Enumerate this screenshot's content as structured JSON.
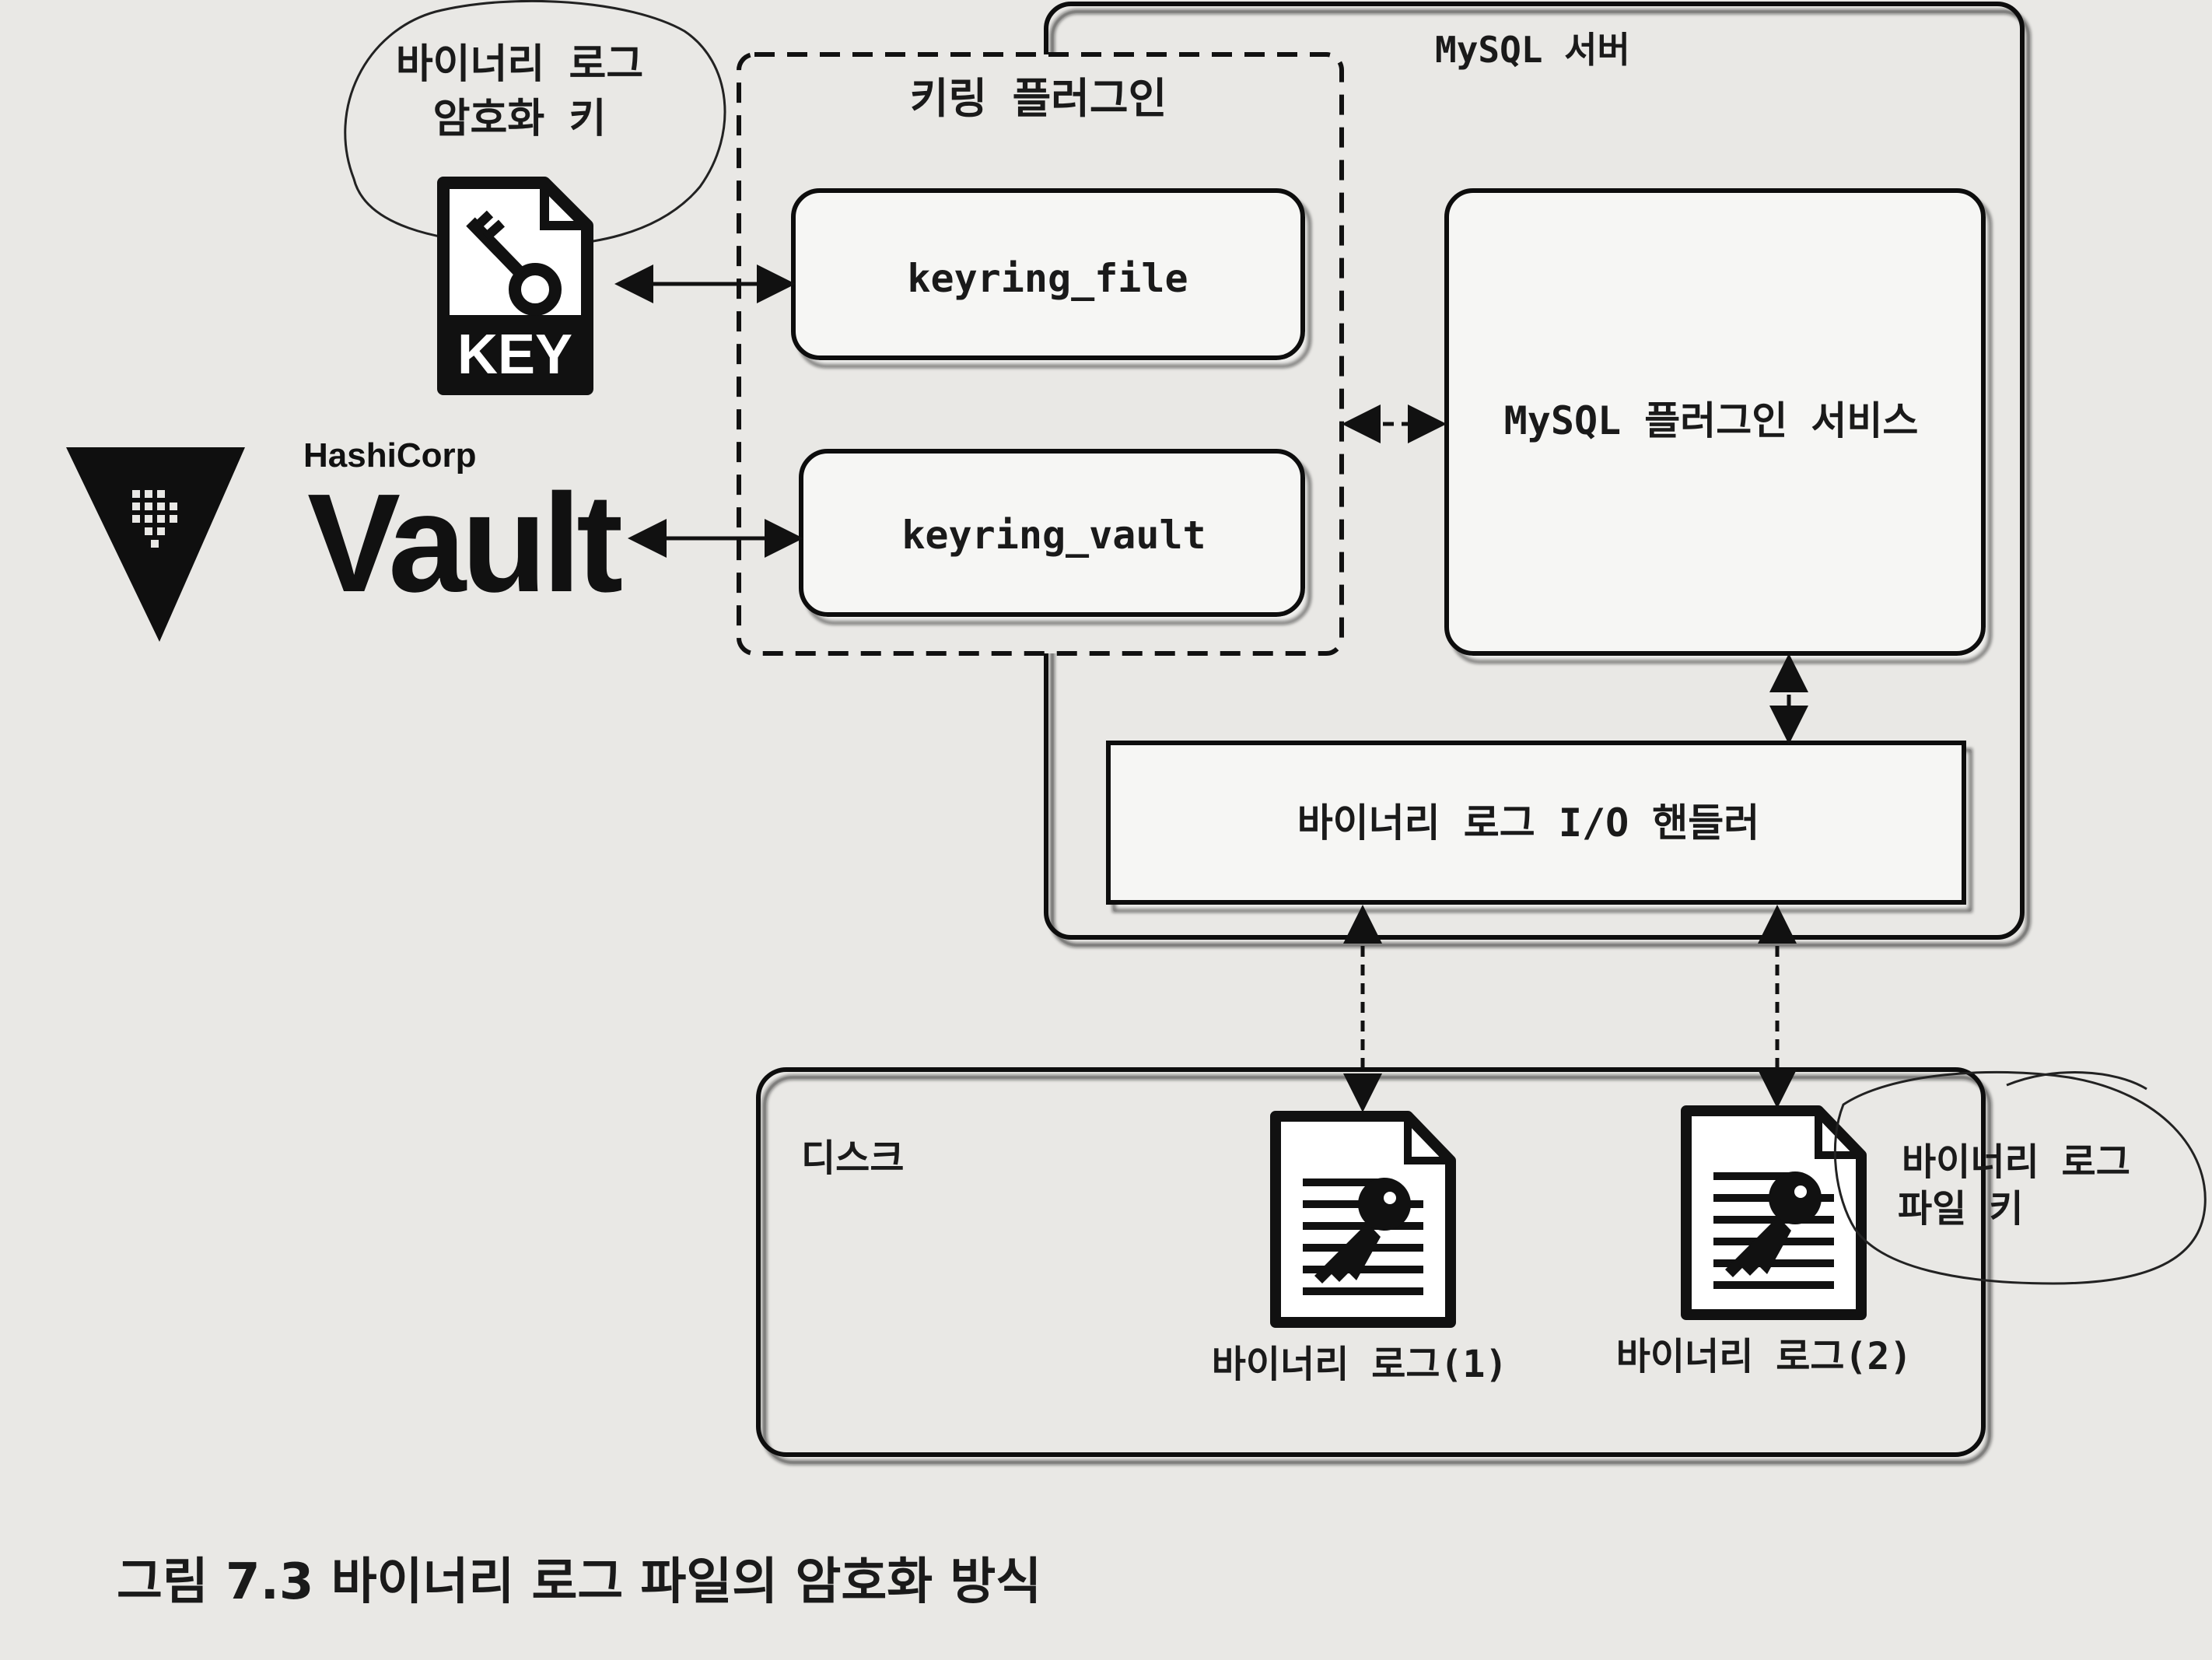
{
  "diagram": {
    "server_label": "MySQL 서버",
    "keyring_plugin_label": "키링 플러그인",
    "keyring_file_label": "keyring_file",
    "keyring_vault_label": "keyring_vault",
    "plugin_service_label": "MySQL 플러그인 서비스",
    "io_handler_label": "바이너리 로그 I/O 핸들러",
    "disk_label": "디스크",
    "master_key_note": [
      "바이너리 로그",
      "암호화 키"
    ],
    "key_file_badge": "KEY",
    "vault_brand_small": "HashiCorp",
    "vault_brand_big": "Vault",
    "binlog1_label": "바이너리 로그(1)",
    "binlog2_label": "바이너리 로그(2)",
    "file_key_note": [
      "바이너리 로그",
      "파일 키"
    ]
  },
  "caption": "그림 7.3 바이너리 로그 파일의 암호화 방식",
  "colors": {
    "paper": "#e9e8e5",
    "ink": "#111111",
    "box_fill": "#f6f6f4"
  }
}
